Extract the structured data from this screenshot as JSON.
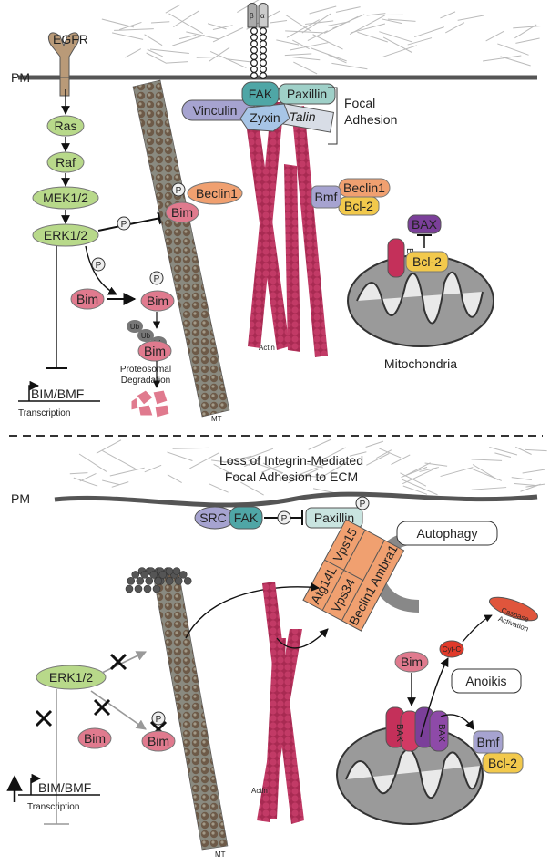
{
  "colors": {
    "membrane": "#555555",
    "green": "#b8d98a",
    "pink": "#e07a8e",
    "orange": "#f0a070",
    "lavender": "#a6a3d0",
    "yellow": "#f2c94c",
    "purple": "#7b3f9a",
    "teal": "#4fa6a6",
    "actin": "#b3305a",
    "microtubule": "#7a6a55",
    "mito": "#9a9a9a"
  },
  "top": {
    "egfr": "EGFR",
    "pm": "PM",
    "integrin_beta": "β",
    "integrin_alpha": "α",
    "cascade": [
      "Ras",
      "Raf",
      "MEK1/2",
      "ERK1/2"
    ],
    "p": "P",
    "bim": "Bim",
    "beclin1": "Beclin1",
    "ub": "Ub",
    "proteosomal": "Proteosomal",
    "degradation": "Degradation",
    "bim_bmf": "BIM/BMF",
    "transcription": "Transcription",
    "mt": "MT",
    "actin": "Actin",
    "fak": "FAK",
    "paxillin": "Paxillin",
    "vinculin": "Vinculin",
    "zyxin": "Zyxin",
    "talin": "Talin",
    "focal": "Focal",
    "adhesion": "Adhesion",
    "bmf": "Bmf",
    "bcl2": "Bcl-2",
    "bax": "BAX",
    "bak": "BAK",
    "mitochondria": "Mitochondria"
  },
  "bottom": {
    "title1": "Loss of Integrin-Mediated",
    "title2": "Focal Adhesion to ECM",
    "pm": "PM",
    "src": "SRC",
    "fak": "FAK",
    "p": "P",
    "paxillin": "Paxillin",
    "autophagy": "Autophagy",
    "complex": [
      "Atg14L",
      "Vps34",
      "Beclin1",
      "Vps15",
      "Ambra1"
    ],
    "erk": "ERK1/2",
    "bim": "Bim",
    "bim_bmf": "BIM/BMF",
    "transcription": "Transcription",
    "mt": "MT",
    "actin": "Actin",
    "cytc": "Cyt-C",
    "caspase1": "Caspase",
    "caspase2": "Activation",
    "anoikis": "Anoikis",
    "bak": "BAK",
    "bax": "BAX",
    "bmf": "Bmf",
    "bcl2": "Bcl-2"
  }
}
